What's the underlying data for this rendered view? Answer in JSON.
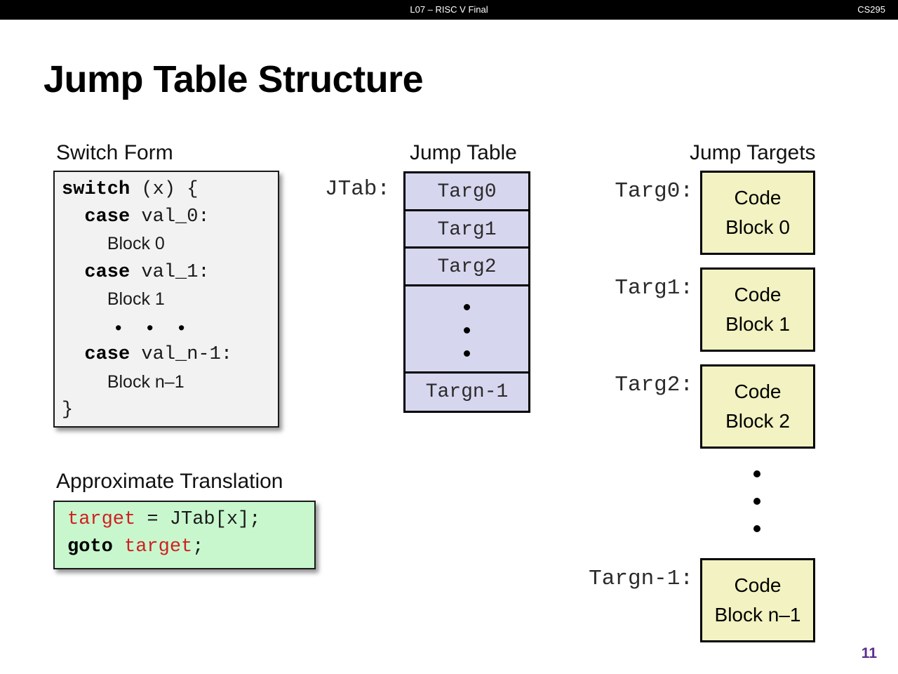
{
  "header": {
    "title": "L07 – RISC V Final",
    "course": "CS295"
  },
  "slide": {
    "title": "Jump Table Structure",
    "page_number": "11"
  },
  "switch_form": {
    "heading": "Switch Form",
    "code": {
      "line1_kw": "switch",
      "line1_rest": " (x) {",
      "line2_kw": "case",
      "line2_rest": " val_0:",
      "line3": "Block 0",
      "line4_kw": "case",
      "line4_rest": " val_1:",
      "line5": "Block 1",
      "line6_dots": "•  •  •",
      "line7_kw": "case",
      "line7_rest": " val_n-1:",
      "line8": "Block n–1",
      "line9": "}"
    }
  },
  "approximate_translation": {
    "heading": "Approximate Translation",
    "code": {
      "line1_var": "target",
      "line1_mid": " = JTab[x];",
      "line2_kw": "goto",
      "line2_var": " target",
      "line2_end": ";"
    }
  },
  "jump_table": {
    "heading": "Jump Table",
    "pointer_label": "JTab:",
    "cells": [
      {
        "label": "Targ0"
      },
      {
        "label": "Targ1"
      },
      {
        "label": "Targ2"
      },
      {
        "label": ""
      },
      {
        "label": "Targn-1"
      }
    ]
  },
  "jump_targets": {
    "heading": "Jump Targets",
    "entries": [
      {
        "label": "Targ0:",
        "line1": "Code",
        "line2": "Block 0"
      },
      {
        "label": "Targ1:",
        "line1": "Code",
        "line2": "Block 1"
      },
      {
        "label": "Targ2:",
        "line1": "Code",
        "line2": "Block 2"
      },
      {
        "label": "Targn-1:",
        "line1": "Code",
        "line2": "Block n–1"
      }
    ]
  },
  "colors": {
    "table_fill": "#d6d6ef",
    "code_block_fill": "#f2f2c2",
    "translation_fill": "#c8f7ce",
    "switch_fill": "#f2f2f2",
    "accent_purple": "#5b2d8e",
    "keyword_red": "#d02020",
    "header_bg": "#000000"
  }
}
